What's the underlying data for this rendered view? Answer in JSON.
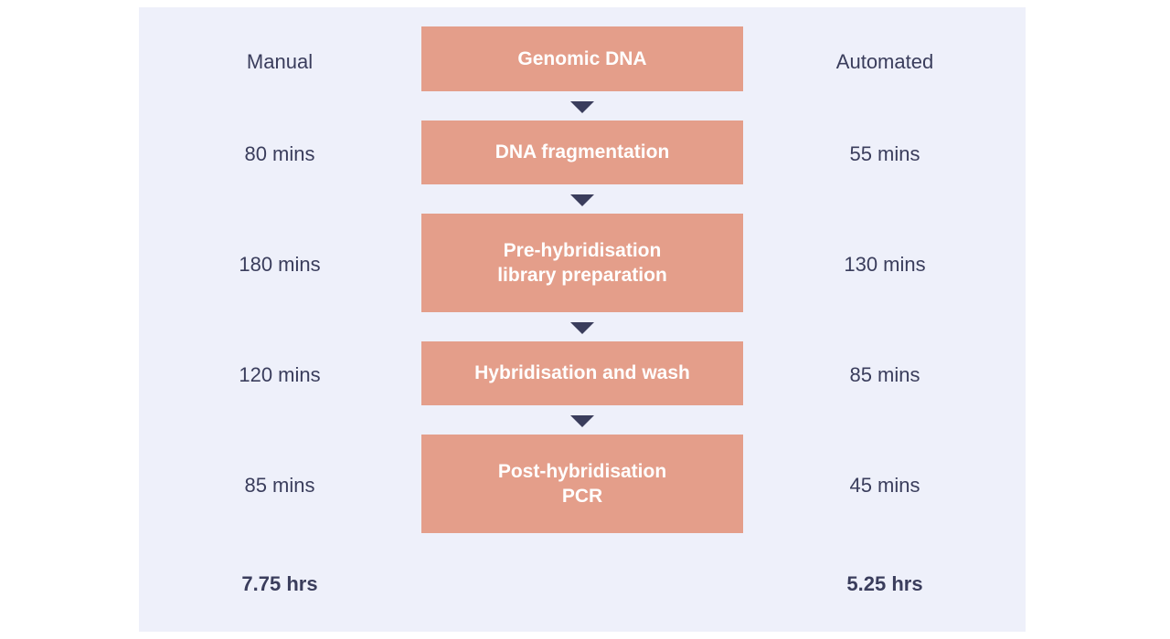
{
  "headers": {
    "manual": "Manual",
    "automated": "Automated"
  },
  "steps": [
    {
      "lines": [
        "Genomic DNA"
      ]
    },
    {
      "lines": [
        "DNA fragmentation"
      ],
      "manual": "80 mins",
      "automated": "55 mins"
    },
    {
      "lines": [
        "Pre-hybridisation",
        "library preparation"
      ],
      "manual": "180 mins",
      "automated": "130 mins"
    },
    {
      "lines": [
        "Hybridisation and wash"
      ],
      "manual": "120 mins",
      "automated": "85 mins"
    },
    {
      "lines": [
        "Post-hybridisation",
        "PCR"
      ],
      "manual": "85 mins",
      "automated": "45 mins"
    }
  ],
  "totals": {
    "manual": "7.75 hrs",
    "automated": "5.25 hrs"
  },
  "colors": {
    "panel": "#eef0fa",
    "box": "#e49e8a",
    "text": "#3a3d5c",
    "arrow": "#3a3d5c"
  }
}
